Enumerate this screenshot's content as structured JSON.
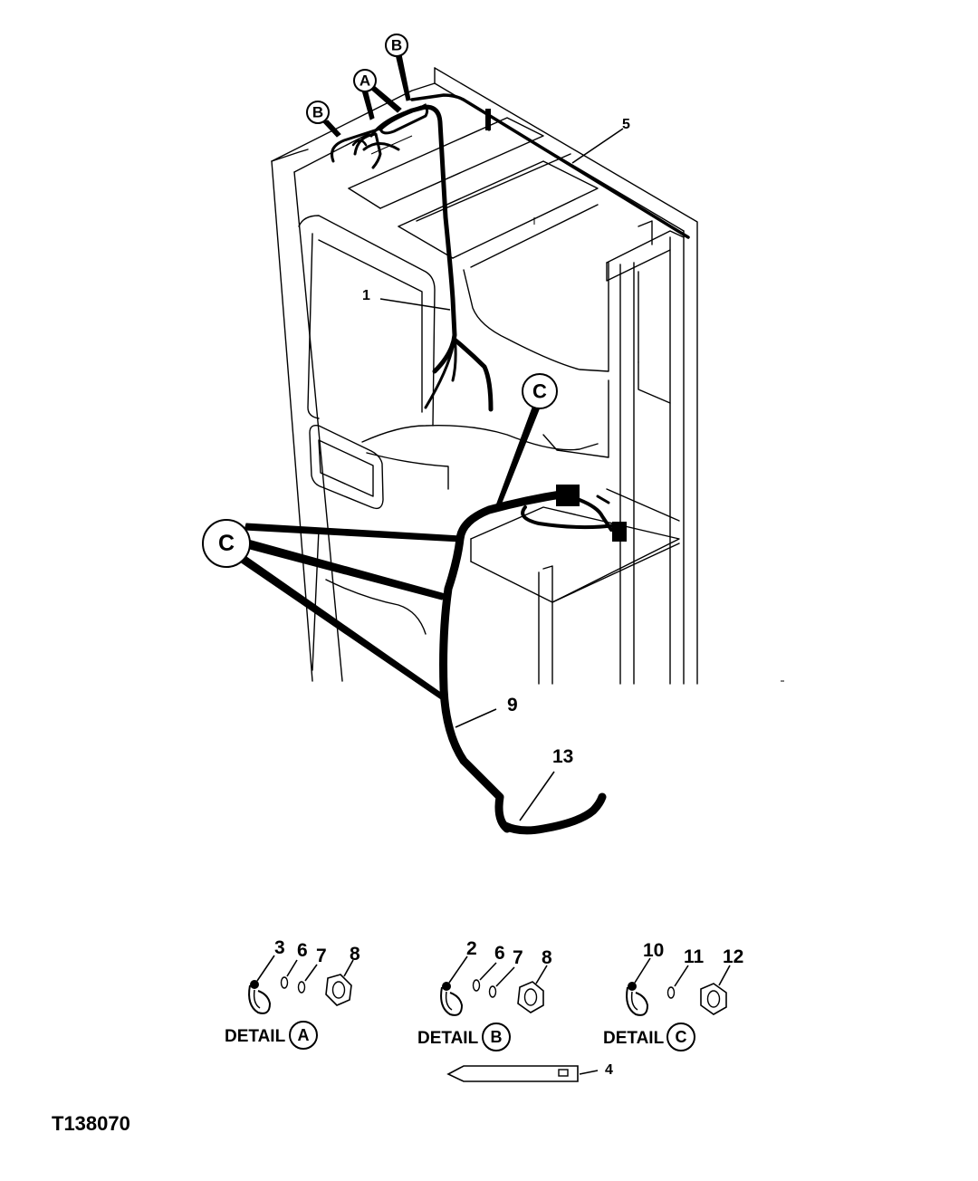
{
  "figure_id": "T138070",
  "callouts": {
    "n1": "1",
    "n5": "5",
    "n9": "9",
    "n13": "13",
    "n4": "4"
  },
  "bubbles": {
    "a": "A",
    "b": "B",
    "c": "C"
  },
  "details": [
    {
      "label": "DETAIL",
      "letter": "A",
      "parts": [
        "3",
        "6",
        "7",
        "8"
      ]
    },
    {
      "label": "DETAIL",
      "letter": "B",
      "parts": [
        "2",
        "6",
        "7",
        "8"
      ]
    },
    {
      "label": "DETAIL",
      "letter": "C",
      "parts": [
        "10",
        "11",
        "12"
      ]
    }
  ]
}
